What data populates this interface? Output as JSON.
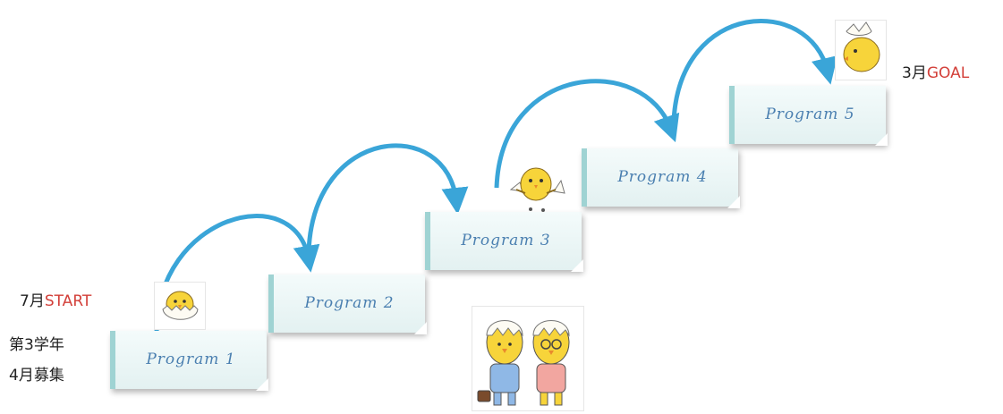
{
  "steps": [
    {
      "label": "Program 1"
    },
    {
      "label": "Program 2"
    },
    {
      "label": "Program 3"
    },
    {
      "label": "Program 4"
    },
    {
      "label": "Program 5"
    }
  ],
  "start": {
    "month": "7月",
    "word": "START"
  },
  "recruit": {
    "line1": "第3学年",
    "line2": "4月募集"
  },
  "goal": {
    "month": "3月",
    "word": "GOAL"
  },
  "colors": {
    "arc": "#3aa5d8",
    "accent": "#d3403a",
    "step_border": "#9fd3d3",
    "step_text": "#4a7fb0"
  },
  "icons": [
    "hatching-chick-icon",
    "chick-icon",
    "hatched-chick-icon",
    "chick-parents-icon"
  ]
}
